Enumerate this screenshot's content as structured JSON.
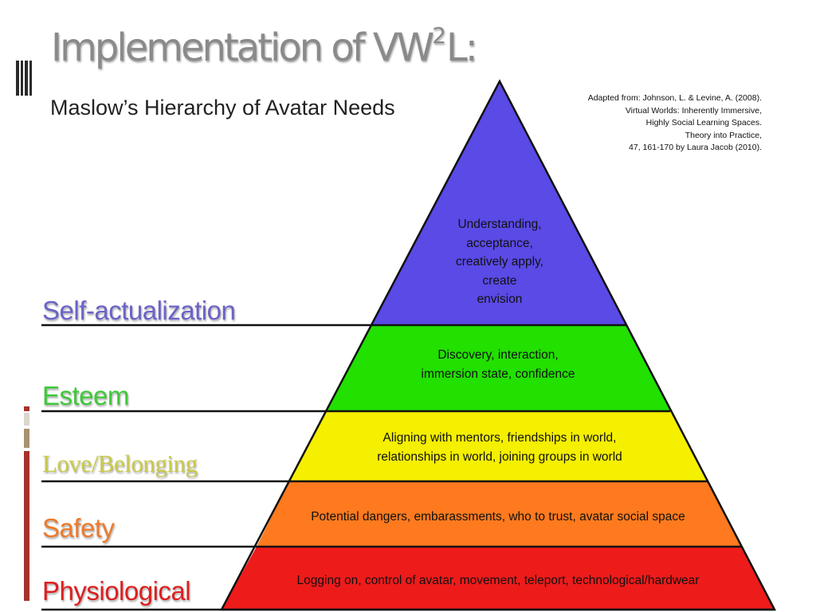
{
  "slide": {
    "title_main": "Implementation of VW",
    "title_sup": "2",
    "title_end": "L:",
    "subtitle": "Maslow’s Hierarchy of Avatar Needs"
  },
  "citation": {
    "lines": [
      "Adapted from: Johnson, L. & Levine, A. (2008).",
      "Virtual Worlds: Inherently Immersive,",
      "Highly Social Learning Spaces.",
      "Theory into Practice,",
      "47, 161-170 by Laura Jacob (2010)."
    ]
  },
  "levels": [
    {
      "label": "Self-actualization",
      "label_color": "#6a63c8",
      "fill": "#5a4ae6",
      "text": [
        "Understanding,",
        "acceptance,",
        "creatively apply,",
        "create",
        "envision"
      ]
    },
    {
      "label": "Esteem",
      "label_color": "#3ec83a",
      "fill": "#22e000",
      "text": [
        "Discovery, interaction,",
        "immersion state, confidence"
      ]
    },
    {
      "label": "Love/Belonging",
      "label_color": "#c9c94a",
      "fill": "#f5ef00",
      "text": [
        "Aligning with mentors, friendships in world,",
        "relationships in world, joining groups in world"
      ]
    },
    {
      "label": "Safety",
      "label_color": "#ee7a2a",
      "fill": "#ff7a1e",
      "text": [
        "Potential dangers, embarassments, who to trust, avatar social space"
      ]
    },
    {
      "label": "Physiological",
      "label_color": "#dd1f1f",
      "fill": "#ee1b1b",
      "text": [
        "Logging on, control of avatar, movement, teleport, technological/hardwear"
      ]
    }
  ],
  "theme": {
    "title_color": "#8a8a8a",
    "accent_red": "#a5322b",
    "accent_tan": "#a89270",
    "accent_light": "#dcd6cc"
  }
}
